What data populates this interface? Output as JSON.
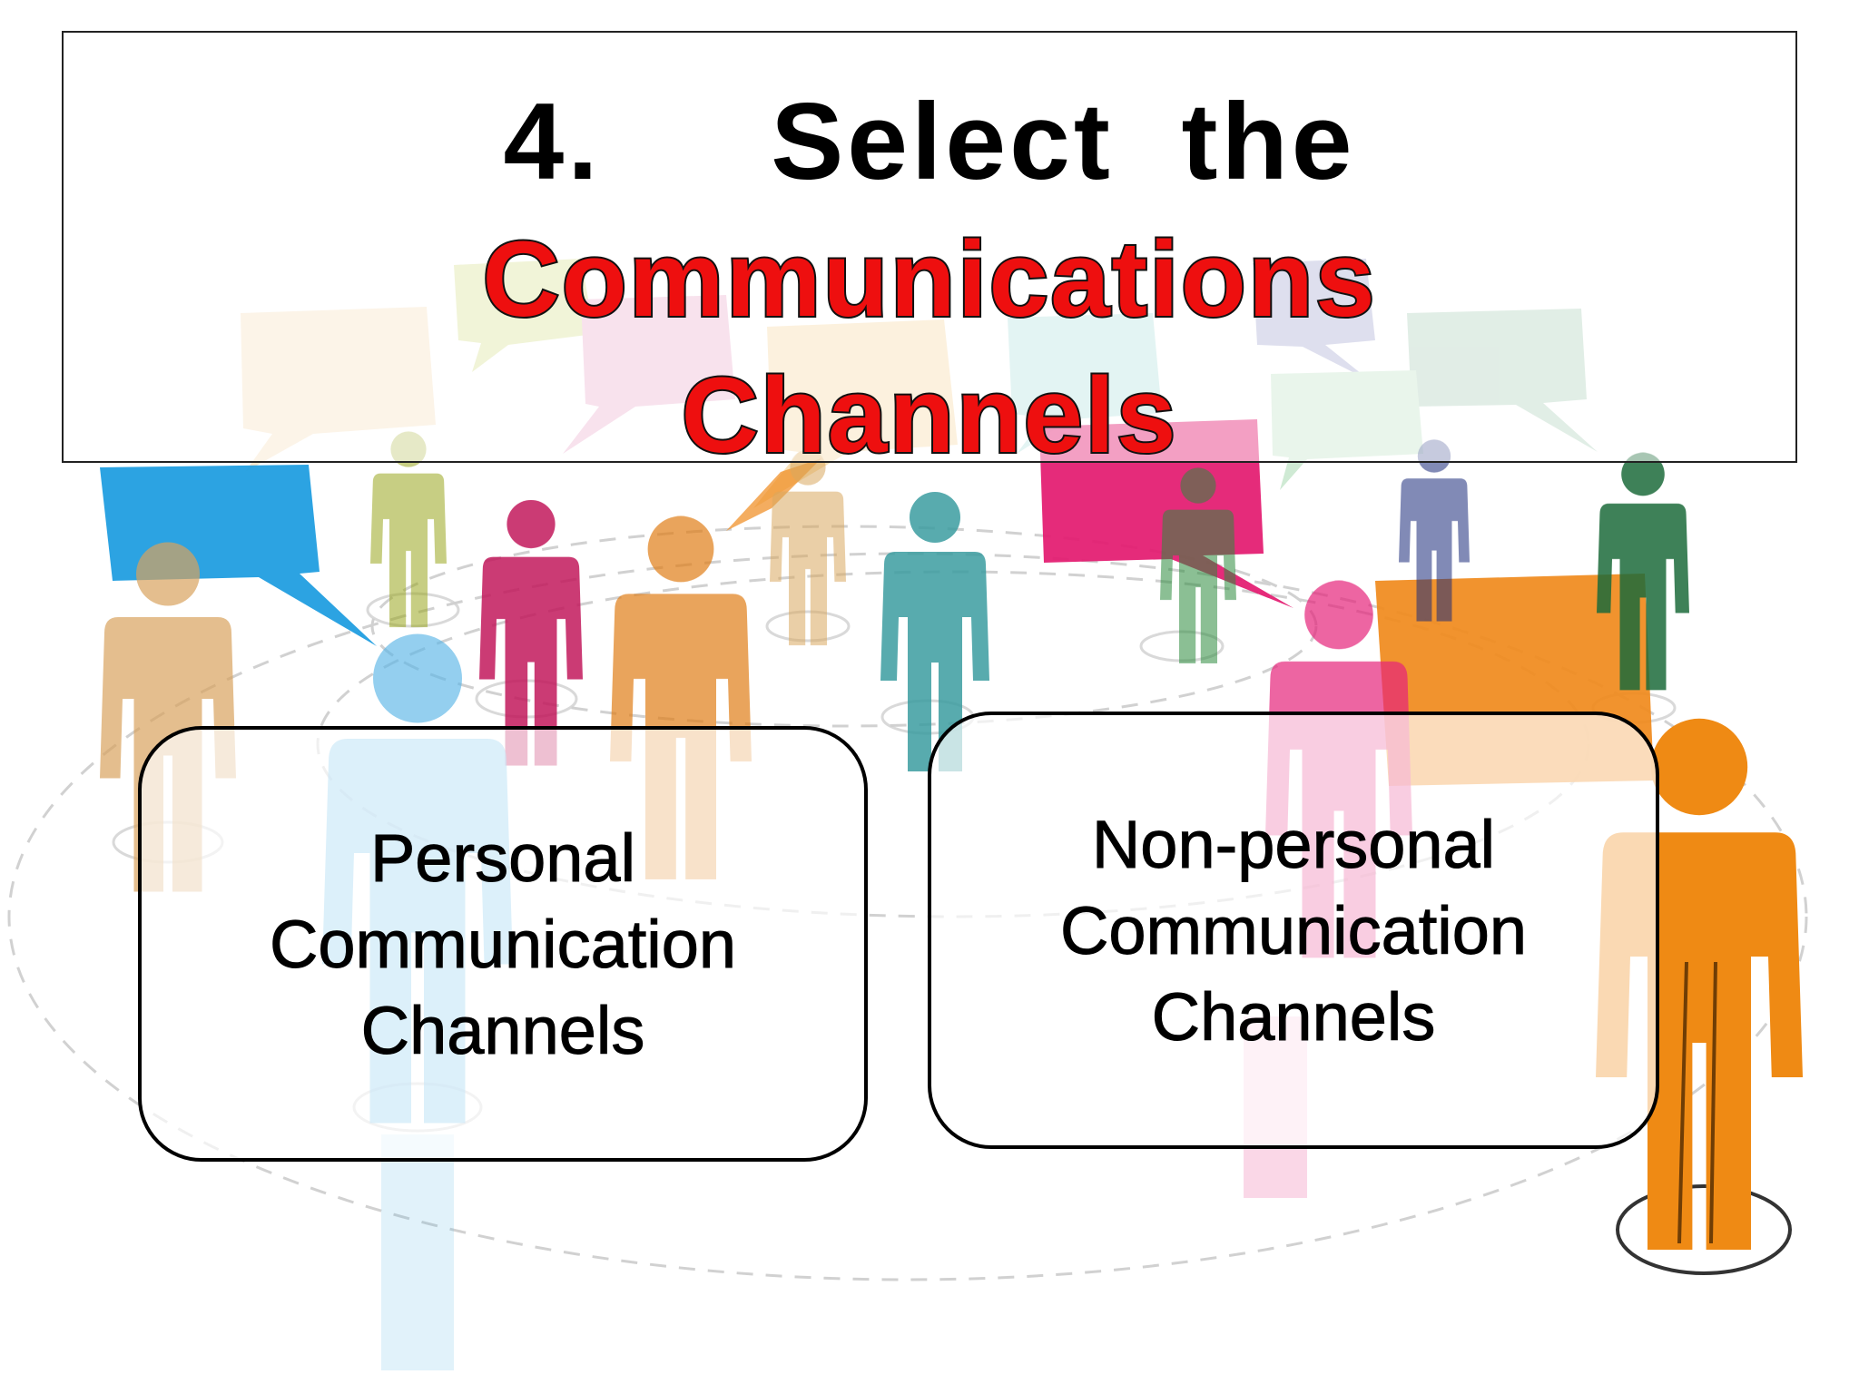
{
  "title": {
    "line1": "4.     Select  the",
    "line2": "Communications",
    "line3": "Channels"
  },
  "boxes": {
    "left": [
      "Personal",
      "Communication",
      "Channels"
    ],
    "right": [
      "Non-personal",
      "Communication",
      "Channels"
    ]
  },
  "colors": {
    "title_red": "#ee0f0f",
    "speech_bubbles": [
      "#1a9be0",
      "#c7d463",
      "#e389b9",
      "#f3d3a4",
      "#f4c67b",
      "#8fd3d0",
      "#7b7fbc",
      "#86b99a",
      "#e3196f",
      "#f08a1c"
    ],
    "people": [
      "#d8a35e",
      "#9aa61e",
      "#c2185b",
      "#e07d16",
      "#d9a860",
      "#3a9ca0",
      "#2c8a3d",
      "#1b2a7a",
      "#1c6b3a",
      "#5bb6e6",
      "#e5237a",
      "#ef8a14"
    ]
  },
  "background_image": "people-with-speech-bubbles"
}
